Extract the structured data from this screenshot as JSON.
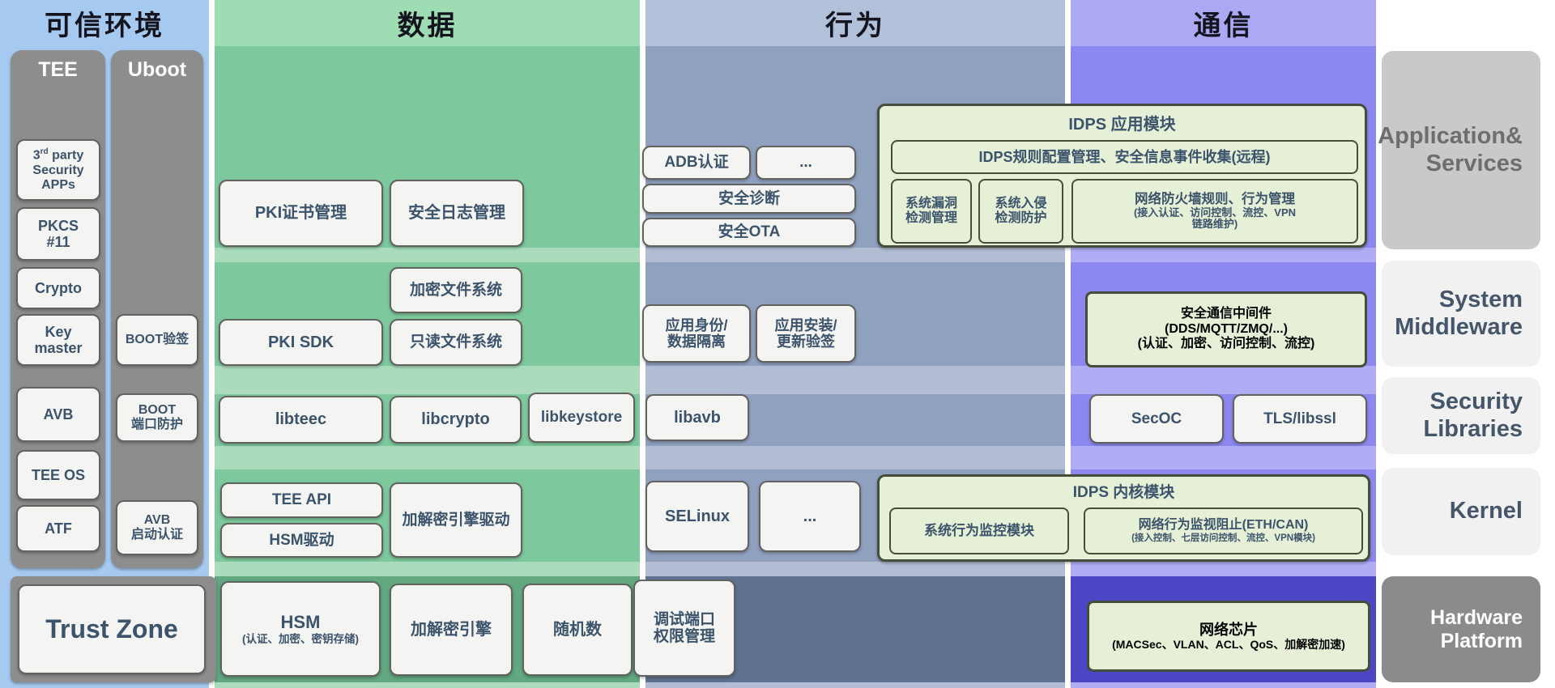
{
  "trusted": {
    "header": "可信环境",
    "tee": {
      "title": "TEE",
      "third_party": {
        "base": "3",
        "sup": "rd",
        "rest": " party\nSecurity\nAPPs"
      },
      "items": [
        "PKCS\n#11",
        "Crypto",
        "Key\nmaster",
        "AVB",
        "TEE OS",
        "ATF"
      ]
    },
    "uboot": {
      "title": "Uboot",
      "items": [
        "BOOT验签",
        "BOOT\n端口防护",
        "AVB\n启动认证"
      ]
    },
    "trust_zone": "Trust Zone"
  },
  "data_col": {
    "header": "数据",
    "app": [
      "PKI证书管理",
      "安全日志管理"
    ],
    "middleware": [
      "加密文件系统",
      "PKI SDK",
      "只读文件系统"
    ],
    "libraries": [
      "libteec",
      "libcrypto",
      "libkeystore"
    ],
    "kernel": [
      "TEE API",
      "HSM驱动",
      "加解密引擎驱动"
    ],
    "hardware": {
      "hsm_title": "HSM",
      "hsm_sub": "(认证、加密、密钥存储)",
      "crypto_engine": "加解密引擎",
      "random": "随机数"
    }
  },
  "behavior_col": {
    "header": "行为",
    "app": [
      "ADB认证",
      "...",
      "安全诊断",
      "安全OTA"
    ],
    "idps_app": {
      "title": "IDPS 应用模块",
      "rule": "IDPS规则配置管理、安全信息事件收集(远程)",
      "vuln": "系统漏洞\n检测管理",
      "intrusion": "系统入侵\n检测防护",
      "firewall_title": "网络防火墙规则、行为管理",
      "firewall_sub": "(接入认证、访问控制、流控、VPN\n链路维护)"
    },
    "middleware": [
      "应用身份/\n数据隔离",
      "应用安装/\n更新验签"
    ],
    "libraries": [
      "libavb"
    ],
    "kernel": [
      "SELinux",
      "..."
    ],
    "idps_kernel": {
      "title": "IDPS 内核模块",
      "sys_monitor": "系统行为监控模块",
      "net_monitor_title": "网络行为监视阻止(ETH/CAN)",
      "net_monitor_sub": "(接入控制、七层访问控制、流控、VPN模块)"
    },
    "hardware": [
      "调试端口\n权限管理"
    ]
  },
  "comm_col": {
    "header": "通信",
    "middleware": "安全通信中间件\n(DDS/MQTT/ZMQ/...)\n(认证、加密、访问控制、流控)",
    "libraries": [
      "SecOC",
      "TLS/libssl"
    ],
    "hardware": {
      "net_chip_title": "网络芯片",
      "net_chip_sub": "(MACSec、VLAN、ACL、QoS、加解密加速)"
    }
  },
  "right_labels": [
    "Application&\nServices",
    "System\nMiddleware",
    "Security\nLibraries",
    "Kernel",
    "Hardware\nPlatform"
  ],
  "colors": {
    "trusted_bg": "#a6c9ef",
    "data_header": "#9edcb4",
    "data_content": "#7dc89c",
    "data_hardware": "#61a77f",
    "behavior_header": "#b2c1da",
    "behavior_content": "#90a0bf",
    "behavior_hardware": "#5e7190",
    "comm_header": "#aba8f4",
    "comm_content": "#8d88ef",
    "comm_hardware": "#4c45c4",
    "pillar_gray": "#8d8d8d",
    "box_text": "#3b536b",
    "idps_box_bg": "#e6f0d6"
  }
}
